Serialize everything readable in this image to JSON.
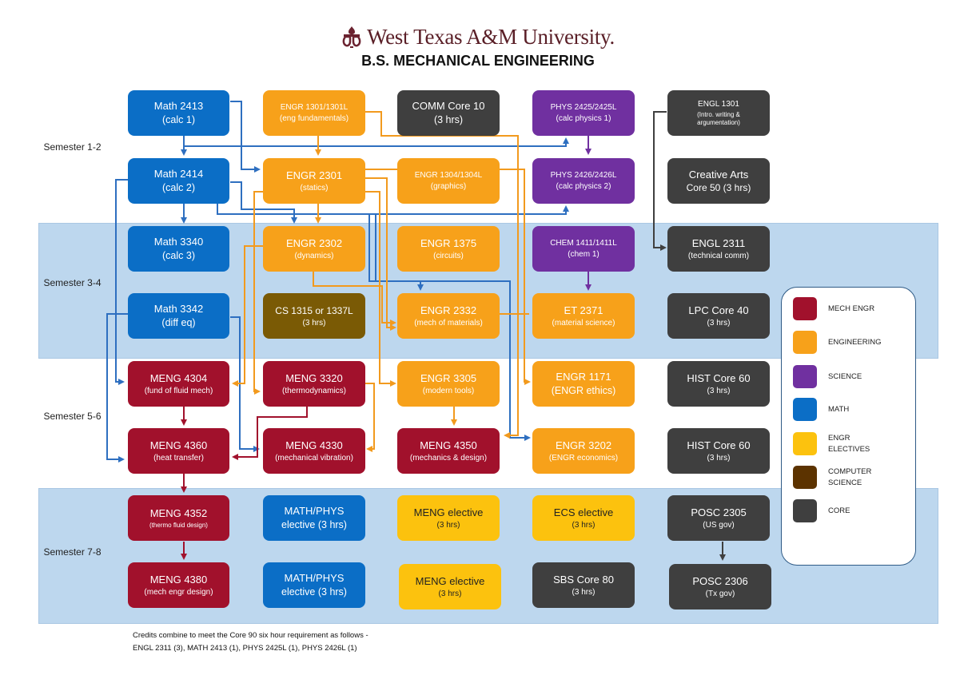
{
  "header": {
    "university": "West Texas A&M University.",
    "program": "B.S. MECHANICAL ENGINEERING"
  },
  "semesters": [
    "Semester 1-2",
    "Semester 3-4",
    "Semester 5-6",
    "Semester 7-8"
  ],
  "courses": {
    "math2413": {
      "code": "Math 2413",
      "desc": "(calc 1)"
    },
    "engr1301": {
      "code": "ENGR 1301/1301L",
      "desc": "(eng fundamentals)"
    },
    "comm": {
      "code": "COMM Core 10",
      "desc": "(3 hrs)"
    },
    "phys2425": {
      "code": "PHYS 2425/2425L",
      "desc": "(calc physics 1)"
    },
    "engl1301": {
      "code": "ENGL 1301",
      "desc": "(Intro. writing & argumentation)"
    },
    "math2414": {
      "code": "Math 2414",
      "desc": "(calc 2)"
    },
    "engr2301": {
      "code": "ENGR 2301",
      "desc": "(statics)"
    },
    "engr1304": {
      "code": "ENGR 1304/1304L",
      "desc": "(graphics)"
    },
    "phys2426": {
      "code": "PHYS 2426/2426L",
      "desc": "(calc physics 2)"
    },
    "creative": {
      "code": "Creative Arts",
      "desc": "Core 50 (3 hrs)"
    },
    "math3340": {
      "code": "Math 3340",
      "desc": "(calc 3)"
    },
    "engr2302": {
      "code": "ENGR 2302",
      "desc": "(dynamics)"
    },
    "engr1375": {
      "code": "ENGR 1375",
      "desc": "(circuits)"
    },
    "chem1411": {
      "code": "CHEM 1411/1411L",
      "desc": "(chem 1)"
    },
    "engl2311": {
      "code": "ENGL 2311",
      "desc": "(technical comm)"
    },
    "math3342": {
      "code": "Math 3342",
      "desc": "(diff eq)"
    },
    "cs1315": {
      "code": "CS 1315 or 1337L",
      "desc": "(3 hrs)"
    },
    "engr2332": {
      "code": "ENGR  2332",
      "desc": "(mech of materials)"
    },
    "et2371": {
      "code": "ET 2371",
      "desc": "(material science)"
    },
    "lpc": {
      "code": "LPC Core 40",
      "desc": "(3 hrs)"
    },
    "meng4304": {
      "code": "MENG 4304",
      "desc": "(fund of fluid mech)"
    },
    "meng3320": {
      "code": "MENG 3320",
      "desc": "(thermodynamics)"
    },
    "engr3305": {
      "code": "ENGR 3305",
      "desc": "(modern tools)"
    },
    "engr1171": {
      "code": "ENGR 1171",
      "desc": "(ENGR ethics)"
    },
    "hist1": {
      "code": "HIST Core 60",
      "desc": "(3 hrs)"
    },
    "meng4360": {
      "code": "MENG 4360",
      "desc": "(heat transfer)"
    },
    "meng4330": {
      "code": "MENG 4330",
      "desc": "(mechanical vibration)"
    },
    "meng4350": {
      "code": "MENG 4350",
      "desc": "(mechanics & design)"
    },
    "engr3202": {
      "code": "ENGR 3202",
      "desc": "(ENGR economics)"
    },
    "hist2": {
      "code": "HIST Core 60",
      "desc": "(3 hrs)"
    },
    "meng4352": {
      "code": "MENG 4352",
      "desc": "(thermo fluid design)"
    },
    "mathphys1": {
      "code": "MATH/PHYS",
      "desc": "elective (3 hrs)"
    },
    "mengel1": {
      "code": "MENG elective",
      "desc": "(3 hrs)"
    },
    "ecs": {
      "code": "ECS elective",
      "desc": "(3 hrs)"
    },
    "posc2305": {
      "code": "POSC 2305",
      "desc": "(US gov)"
    },
    "meng4380": {
      "code": "MENG 4380",
      "desc": "(mech engr design)"
    },
    "mathphys2": {
      "code": "MATH/PHYS",
      "desc": "elective (3 hrs)"
    },
    "mengel2": {
      "code": "MENG elective",
      "desc": "(3 hrs)"
    },
    "sbs": {
      "code": "SBS Core 80",
      "desc": "(3 hrs)"
    },
    "posc2306": {
      "code": "POSC 2306",
      "desc": "(Tx gov)"
    }
  },
  "legend": [
    {
      "label": "MECH ENGR",
      "color": "#a1112c"
    },
    {
      "label": "ENGINEERING",
      "color": "#f7a11a"
    },
    {
      "label": "SCIENCE",
      "color": "#7030a0"
    },
    {
      "label": "MATH",
      "color": "#0b6ec6"
    },
    {
      "label": "ENGR ELECTIVES",
      "color": "#fcc20e"
    },
    {
      "label": "COMPUTER SCIENCE",
      "color": "#5c3300"
    },
    {
      "label": "CORE",
      "color": "#3f3f3f"
    }
  ],
  "footnote": {
    "line1": "Credits combine to meet the Core 90 six hour requirement as follows -",
    "line2": "ENGL 2311 (3), MATH 2413 (1), PHYS 2425L (1), PHYS 2426L (1)"
  }
}
